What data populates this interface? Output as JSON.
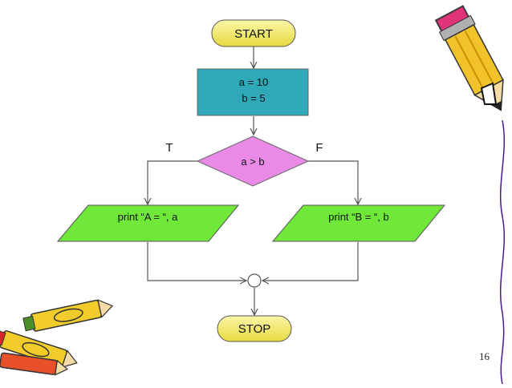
{
  "flowchart": {
    "start_label": "START",
    "init_line1": "a =  10",
    "init_line2": "b = 5",
    "condition": "a > b",
    "true_label": "T",
    "false_label": "F",
    "output_true": "print “A = “, a",
    "output_false": "print “B = “, b",
    "stop_label": "STOP"
  },
  "slide_number": "16",
  "colors": {
    "terminal_fill": "#f5f07a",
    "process_fill": "#2fa8b8",
    "decision_fill": "#e98be6",
    "io_fill": "#6fe83a",
    "line": "#555555"
  },
  "decorations": [
    "pencil-icon",
    "crayons-icon"
  ]
}
